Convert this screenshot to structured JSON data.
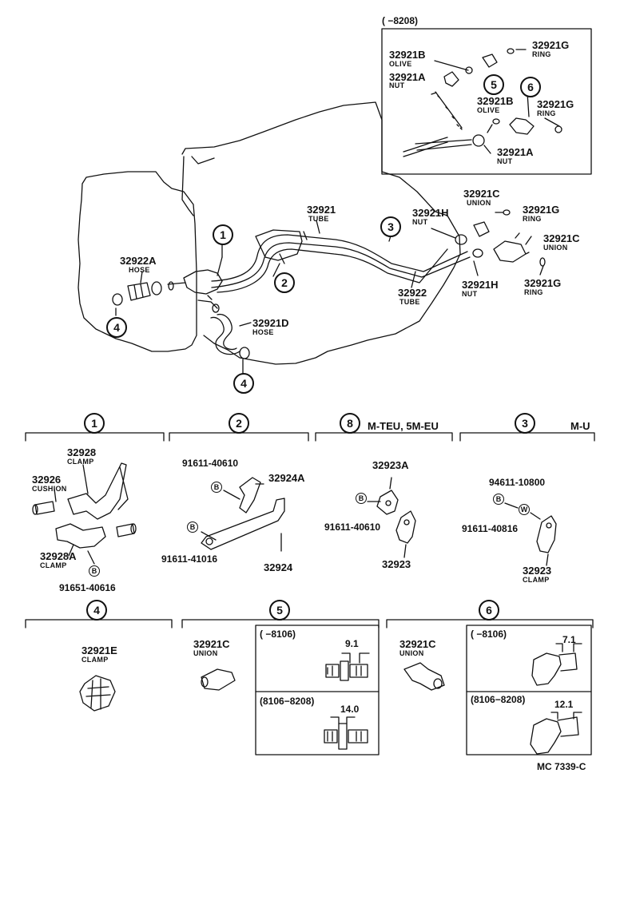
{
  "watermark": "",
  "inset": {
    "range": "(      −8208)"
  },
  "callouts": {
    "c1": "1",
    "c2": "2",
    "c3": "3",
    "c4": "4",
    "c5": "5",
    "c6": "6",
    "c8": "8",
    "b": "B",
    "w": "W"
  },
  "top_labels": {
    "p32921G_a": "32921G",
    "ring": "RING",
    "p32921B_a": "32921B",
    "olive": "OLIVE",
    "p32921A_a": "32921A",
    "nut": "NUT",
    "p32921B_b": "32921B",
    "p32921G_b": "32921G",
    "p32921A_b": "32921A",
    "p32921C_a": "32921C",
    "union": "UNION",
    "p32921G_c": "32921G",
    "p32921H_a": "32921H",
    "p32921": "32921",
    "tube": "TUBE",
    "p32921C_b": "32921C",
    "p32922A": "32922A",
    "hose": "HOSE",
    "p32922": "32922",
    "p32921H_b": "32921H",
    "p32921G_d": "32921G",
    "p32921D": "32921D"
  },
  "sections": {
    "s1": {
      "p32928": "32928",
      "clamp": "CLAMP",
      "p32926": "32926",
      "cushion": "CUSHION",
      "p32928A": "32928A",
      "bolt": "91651-40616"
    },
    "s2": {
      "bolt_a": "91611-40610",
      "p32924A": "32924A",
      "bolt_b": "91611-41016",
      "p32924": "32924"
    },
    "s8": {
      "title": "M-TEU, 5M-EU",
      "p32923A": "32923A",
      "bolt": "91611-40610",
      "p32923": "32923"
    },
    "s3": {
      "title": "M-U",
      "washer": "94611-10800",
      "bolt": "91611-40816",
      "p32923": "32923"
    },
    "s4": {
      "p32921E": "32921E"
    },
    "s5": {
      "p32921C": "32921C",
      "range_a": "(      −8106)",
      "dim_a": "9.1",
      "range_b": "(8106−8208)",
      "dim_b": "14.0"
    },
    "s6": {
      "p32921C": "32921C",
      "range_a": "(      −8106)",
      "dim_a": "7.1",
      "range_b": "(8106−8208)",
      "dim_b": "12.1"
    }
  },
  "footer": {
    "code": "MC 7339-C"
  }
}
